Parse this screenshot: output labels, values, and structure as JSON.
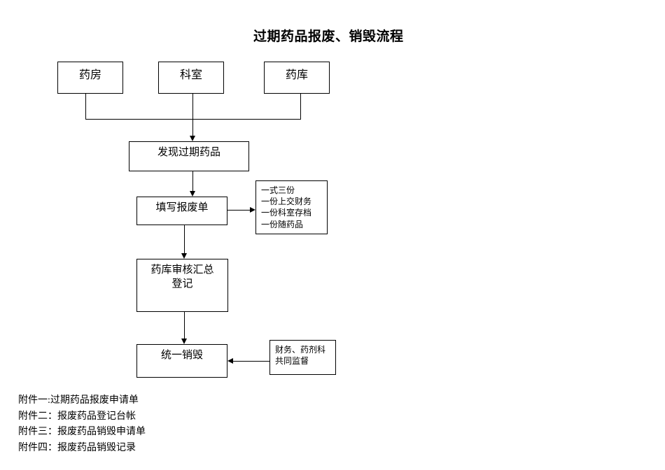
{
  "document": {
    "title": "过期药品报废、销毁流程"
  },
  "flow": {
    "sources": [
      {
        "id": "pharmacy",
        "label": "药房"
      },
      {
        "id": "department",
        "label": "科室"
      },
      {
        "id": "warehouse",
        "label": "药库"
      }
    ],
    "steps": [
      {
        "id": "discover",
        "label": "发现过期药品"
      },
      {
        "id": "fill-form",
        "label": "填写报废单"
      },
      {
        "id": "review-register",
        "label": "药库审核汇总\n登记"
      },
      {
        "id": "destroy",
        "label": "统一销毁"
      }
    ],
    "notes": [
      {
        "id": "copies-note",
        "label": "一式三份\n一份上交财务\n一份科室存档\n一份随药品"
      },
      {
        "id": "supervision-note",
        "label": "财务、药剂科\n共同监督"
      }
    ]
  },
  "attachments": [
    "附件一:过期药品报废申请单",
    "附件二：报废药品登记台帐",
    "附件三：报废药品销毁申请单",
    "附件四：报废药品销毁记录"
  ],
  "colors": {
    "stroke": "#000000",
    "background": "#ffffff",
    "text": "#000000"
  }
}
